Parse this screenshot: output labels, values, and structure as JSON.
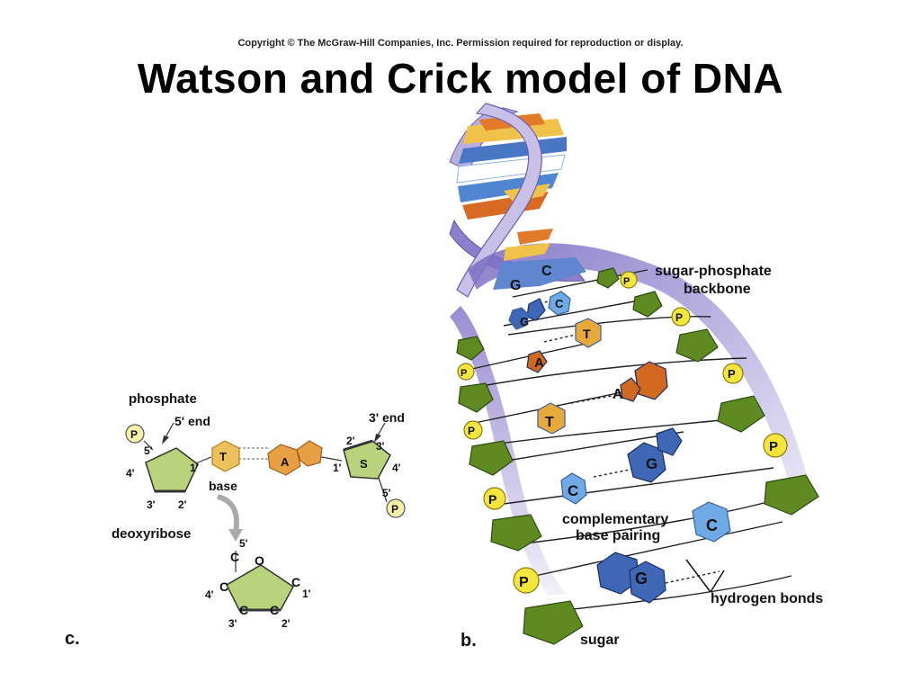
{
  "header": {
    "copyright": "Copyright © The McGraw-Hill Companies, Inc. Permission required for reproduction or display.",
    "title": "Watson and Crick model of DNA"
  },
  "panel_c": {
    "letter": "c.",
    "phosphate": "phosphate",
    "five_end": "5' end",
    "three_end": "3' end",
    "base": "base",
    "deoxyribose": "deoxyribose",
    "p": "P",
    "t": "T",
    "a": "A",
    "s": "S",
    "o": "O",
    "c": "C",
    "p5": "5'",
    "p4": "4'",
    "p3": "3'",
    "p2": "2'",
    "p1": "1'"
  },
  "panel_b": {
    "letter": "b.",
    "backbone_line1": "sugar-phosphate",
    "backbone_line2": "backbone",
    "pairing_line1": "complementary",
    "pairing_line2": "base pairing",
    "hydrogen": "hydrogen bonds",
    "sugar": "sugar",
    "g": "G",
    "c": "C",
    "t": "T",
    "a": "A",
    "p": "P"
  },
  "colors": {
    "sugar": "#5f8a22",
    "sugar_light": "#bcd48a",
    "phosphate": "#f4e63c",
    "thymine": "#e7a93a",
    "adenine": "#d2691e",
    "guanine": "#3f67b5",
    "cytosine": "#6fa9e6",
    "ribbon": "#8b79c9"
  }
}
